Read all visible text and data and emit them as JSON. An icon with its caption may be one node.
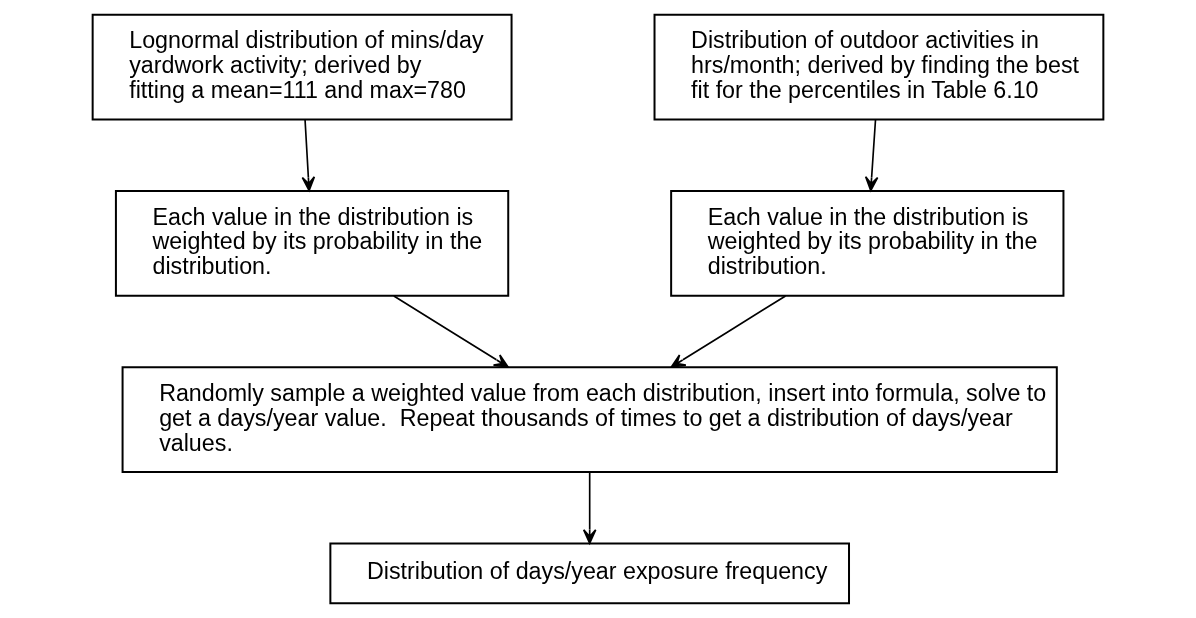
{
  "diagram": {
    "nodes": [
      {
        "text": [
          "Lognormal distribution of mins/day yardwork activity; derived by fitting a mean=111 and max=780"
        ]
      },
      {
        "text": [
          "Distribution of outdoor activities in hrs/month; derived by finding the best fit for the percentiles in Table 6.10"
        ]
      },
      {
        "text": [
          "Each value in the distribution is weighted by its probability in the distribution."
        ]
      },
      {
        "text": [
          "Each value in the distribution is weighted by its probability in the distribution."
        ]
      },
      {
        "text": [
          "Randomly sample a weighted value from each distribution, insert into formula, solve to get a days/year value.  Repeat thousands of times to get a distribution of days/year values."
        ]
      },
      {
        "text": [
          "Distribution of days/year exposure frequency"
        ]
      }
    ],
    "edges": [
      {
        "from": 0,
        "to": 2,
        "arrow": "to"
      },
      {
        "from": 1,
        "to": 3,
        "arrow": "to"
      },
      {
        "from": 2,
        "to": 4,
        "arrow": "to"
      },
      {
        "from": 3,
        "to": 4,
        "arrow": "to"
      },
      {
        "from": 4,
        "to": 5,
        "arrow": "to"
      }
    ]
  }
}
